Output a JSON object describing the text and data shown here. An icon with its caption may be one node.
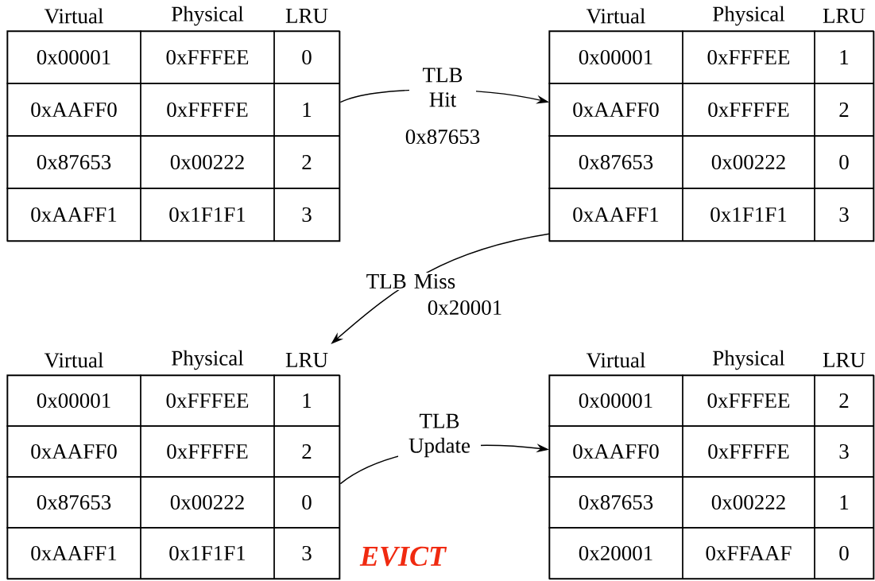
{
  "diagram": {
    "nodes": [
      {
        "text": [
          "Virtual",
          "Physical",
          "LRU"
        ]
      },
      {
        "text": [
          "0x00001"
        ],
        "in": 0
      },
      {
        "text": [
          "0xFFFEE"
        ],
        "in": 0
      },
      {
        "text": [
          "0"
        ],
        "in": 0
      },
      {
        "text": [
          "0xAAFF0"
        ],
        "in": 0
      },
      {
        "text": [
          "0xFFFFE"
        ],
        "in": 0
      },
      {
        "text": [
          "1"
        ],
        "in": 0
      },
      {
        "text": [
          "0x87653"
        ],
        "in": 0
      },
      {
        "text": [
          "0x00222"
        ],
        "in": 0
      },
      {
        "text": [
          "2"
        ],
        "in": 0
      },
      {
        "text": [
          "0xAAFF1"
        ],
        "in": 0
      },
      {
        "text": [
          "0x1F1F1"
        ],
        "in": 0
      },
      {
        "text": [
          "3"
        ],
        "in": 0
      },
      {
        "text": [
          "Virtual",
          "Physical",
          "LRU"
        ]
      },
      {
        "text": [
          "0x00001"
        ],
        "in": 13
      },
      {
        "text": [
          "0xFFFEE"
        ],
        "in": 13
      },
      {
        "text": [
          "1"
        ],
        "in": 13
      },
      {
        "text": [
          "0xAAFF0"
        ],
        "in": 13
      },
      {
        "text": [
          "0xFFFFE"
        ],
        "in": 13
      },
      {
        "text": [
          "2"
        ],
        "in": 13
      },
      {
        "text": [
          "0x87653"
        ],
        "in": 13
      },
      {
        "text": [
          "0x00222"
        ],
        "in": 13
      },
      {
        "text": [
          "0"
        ],
        "in": 13
      },
      {
        "text": [
          "0xAAFF1"
        ],
        "in": 13
      },
      {
        "text": [
          "0x1F1F1"
        ],
        "in": 13
      },
      {
        "text": [
          "3"
        ],
        "in": 13
      },
      {
        "text": [
          "Virtual",
          "Physical",
          "LRU"
        ]
      },
      {
        "text": [
          "0x00001"
        ],
        "in": 26
      },
      {
        "text": [
          "0xFFFEE"
        ],
        "in": 26
      },
      {
        "text": [
          "1"
        ],
        "in": 26
      },
      {
        "text": [
          "0xAAFF0"
        ],
        "in": 26
      },
      {
        "text": [
          "0xFFFFE"
        ],
        "in": 26
      },
      {
        "text": [
          "2"
        ],
        "in": 26
      },
      {
        "text": [
          "0x87653"
        ],
        "in": 26
      },
      {
        "text": [
          "0x00222"
        ],
        "in": 26
      },
      {
        "text": [
          "0"
        ],
        "in": 26
      },
      {
        "text": [
          "0xAAFF1"
        ],
        "in": 26
      },
      {
        "text": [
          "0x1F1F1"
        ],
        "in": 26
      },
      {
        "text": [
          "3"
        ],
        "in": 26
      },
      {
        "text": [
          "Virtual",
          "Physical",
          "LRU"
        ]
      },
      {
        "text": [
          "0x00001"
        ],
        "in": 39
      },
      {
        "text": [
          "0xFFFEE"
        ],
        "in": 39
      },
      {
        "text": [
          "2"
        ],
        "in": 39
      },
      {
        "text": [
          "0xAAFF0"
        ],
        "in": 39
      },
      {
        "text": [
          "0xFFFFE"
        ],
        "in": 39
      },
      {
        "text": [
          "3"
        ],
        "in": 39
      },
      {
        "text": [
          "0x87653"
        ],
        "in": 39
      },
      {
        "text": [
          "0x00222"
        ],
        "in": 39
      },
      {
        "text": [
          "1"
        ],
        "in": 39
      },
      {
        "text": [
          "0x20001"
        ],
        "in": 39
      },
      {
        "text": [
          "0xFFAAF"
        ],
        "in": 39
      },
      {
        "text": [
          "0"
        ],
        "in": 39
      }
    ],
    "edges": [
      {
        "from": 0,
        "to": 13,
        "arrow": "to",
        "label": "TLB Hit"
      },
      {
        "from": 13,
        "to": 26,
        "arrow": "to",
        "label": "TLB Miss"
      },
      {
        "from": 26,
        "to": 39,
        "arrow": "to",
        "label": "TLB Update"
      }
    ],
    "labels": [
      "0x87653",
      "0x20001",
      "EVICT"
    ]
  }
}
